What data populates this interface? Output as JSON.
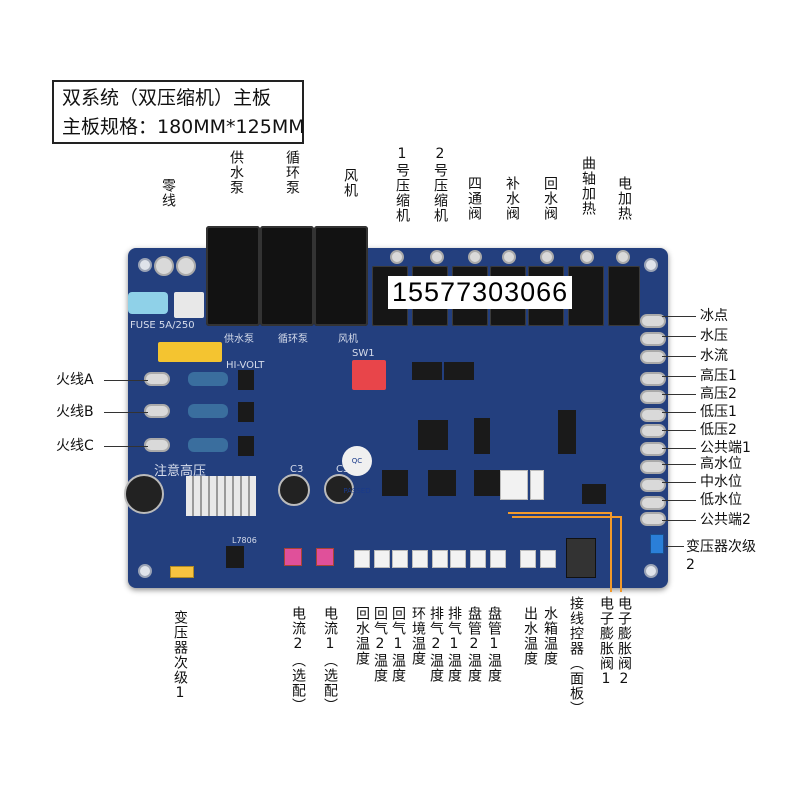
{
  "title": {
    "line1": "双系统（双压缩机）主板",
    "line2": "主板规格：180MM*125MM"
  },
  "phone": "15577303066",
  "top_labels": [
    "零线",
    "供水泵",
    "循环泵",
    "风机",
    "1号压缩机",
    "2号压缩机",
    "四通阀",
    "补水阀",
    "回水阀",
    "曲轴加热",
    "电加热"
  ],
  "left_labels": [
    "火线A",
    "火线B",
    "火线C"
  ],
  "right_labels": [
    "冰点",
    "水压",
    "水流",
    "高压1",
    "高压2",
    "低压1",
    "低压2",
    "公共端1",
    "高水位",
    "中水位",
    "低水位",
    "公共端2"
  ],
  "right_bottom_label": "变压器次级2",
  "bottom_labels": [
    "变压器次级1",
    "电流2（选配）",
    "电流1（选配）",
    "回水温度",
    "回气2温度",
    "回气1温度",
    "环境温度",
    "排气2温度",
    "排气1温度",
    "盘管2温度",
    "盘管1温度",
    "出水温度",
    "水箱温度",
    "接线控器（面板）",
    "电子膨胀阀1",
    "电子膨胀阀2"
  ],
  "silkscreen": {
    "warning": "注意高压",
    "hivolt": "HI-VOLT",
    "fuse": "FUSE 5A/250",
    "sw": "SW1",
    "pump1": "供水泵",
    "pump2": "循环泵",
    "fan": "风机",
    "qc": "QC PASSED",
    "regulator": "L7806",
    "capc3": "C3",
    "capc5": "C5"
  },
  "colors": {
    "board": "#233f7e",
    "trace": "#f39a2a",
    "connector_pink": "#e0509a",
    "dip": "#e8454a"
  }
}
